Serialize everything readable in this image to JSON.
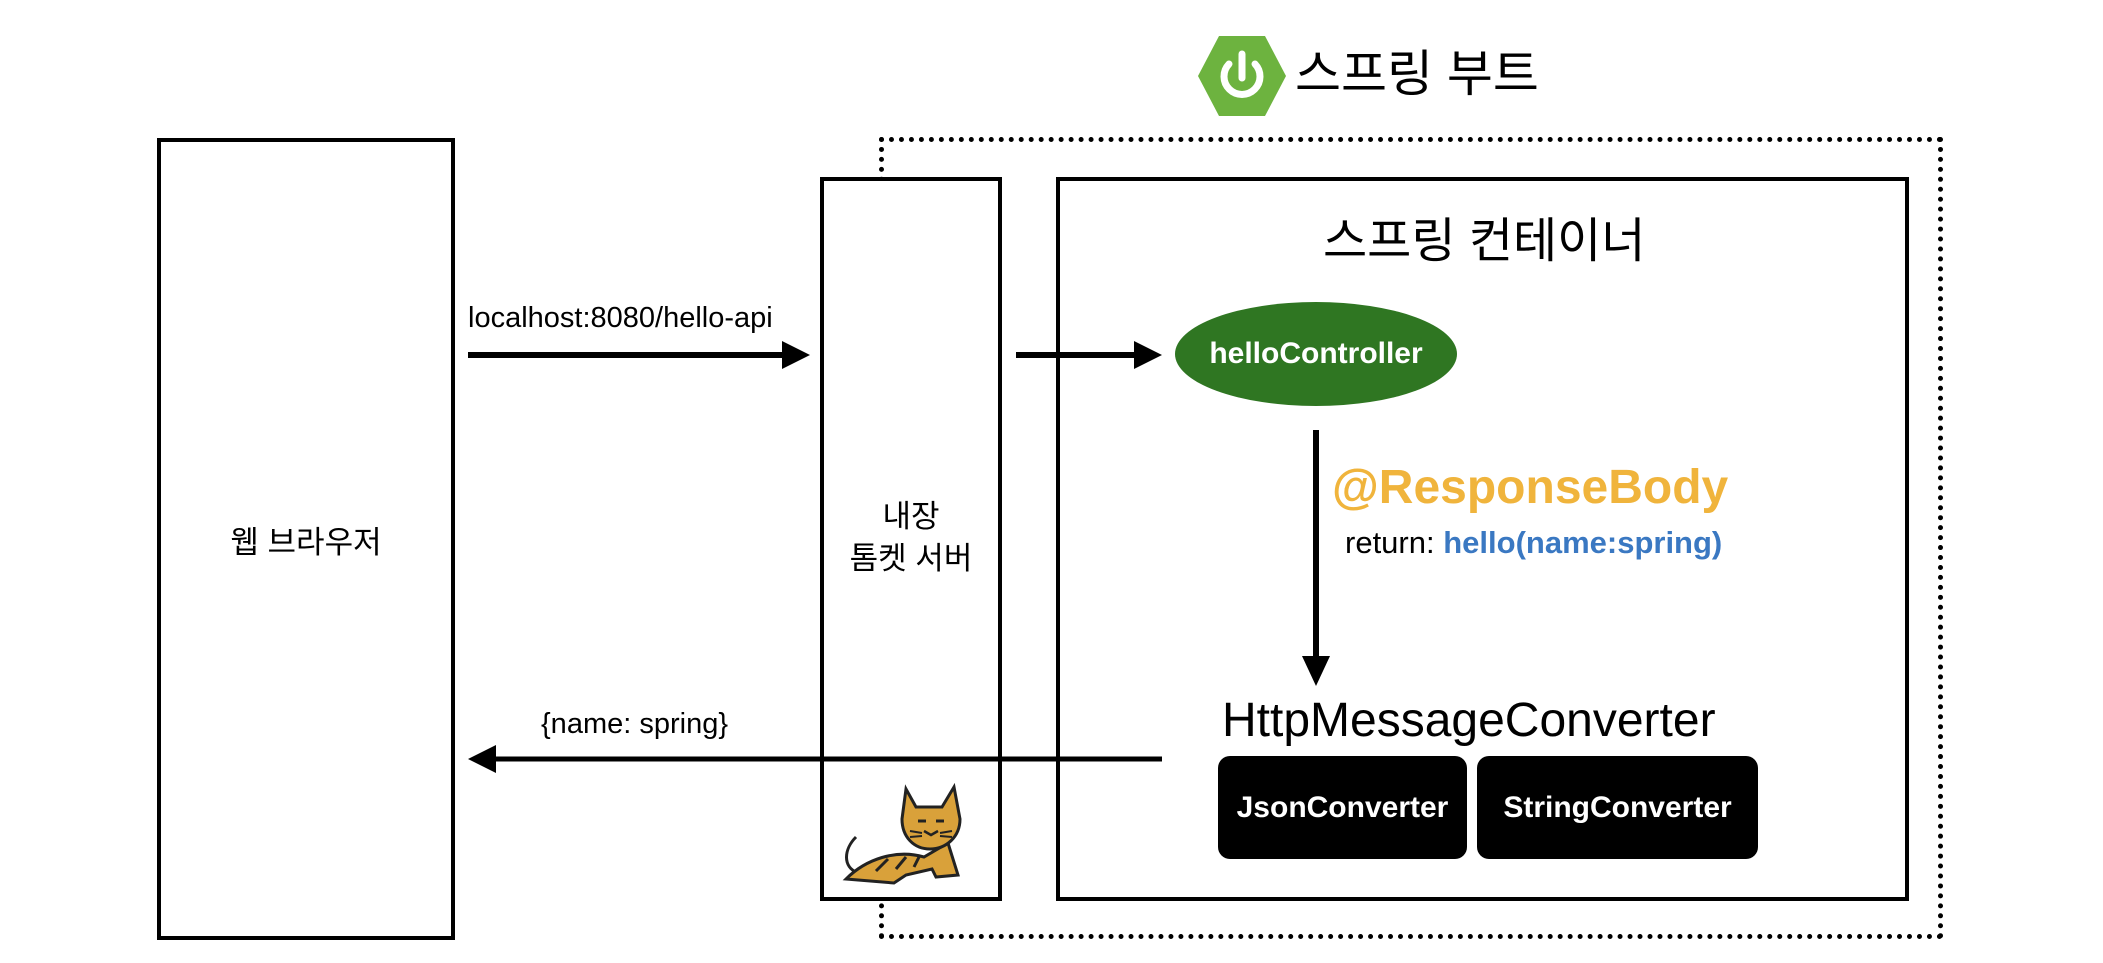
{
  "header": {
    "title": "스프링 부트",
    "logo_icon": "spring-boot-power-icon",
    "logo_color": "#6db33f"
  },
  "browser": {
    "label": "웹 브라우저"
  },
  "tomcat": {
    "label_line1": "내장",
    "label_line2": "톰켓 서버",
    "icon": "tomcat-cat-icon"
  },
  "container": {
    "title": "스프링 컨테이너"
  },
  "request": {
    "url": "localhost:8080/hello-api"
  },
  "response": {
    "body": "{name: spring}"
  },
  "controller": {
    "label": "helloController",
    "color": "#2f7622"
  },
  "annotation": {
    "name": "@ResponseBody",
    "name_color": "#f0b43c",
    "return_prefix": "return:",
    "return_value": "hello(name:spring)",
    "return_value_color": "#3a78c2"
  },
  "converter": {
    "title": "HttpMessageConverter",
    "items": [
      "JsonConverter",
      "StringConverter"
    ]
  }
}
